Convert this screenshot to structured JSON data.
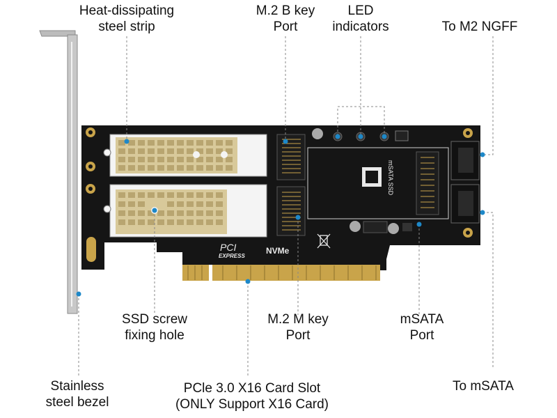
{
  "labels": {
    "heat_strip": [
      "Heat-dissipating",
      "steel strip"
    ],
    "b_key_port": [
      "M.2 B key",
      "Port"
    ],
    "led": [
      "LED",
      "indicators"
    ],
    "to_ngff": [
      "To M2 NGFF"
    ],
    "ssd_screw": [
      "SSD screw",
      "fixing hole"
    ],
    "m_key_port": [
      "M.2 M key",
      "Port"
    ],
    "msata_port": [
      "mSATA",
      "Port"
    ],
    "bezel": [
      "Stainless",
      "steel bezel"
    ],
    "card_slot": [
      "PCle 3.0 X16 Card Slot",
      "(ONLY Support X16 Card)"
    ],
    "to_msata": [
      "To mSATA"
    ]
  },
  "board_print": {
    "pci": "PCI",
    "express": "EXPRESS",
    "nvme": "NVMe",
    "msata_ssd": "mSATA SSD"
  },
  "colors": {
    "pcb": "#151515",
    "heatsink": "#d8c99a",
    "gold": "#c9a44a",
    "bracket": "#bcbcbc",
    "callout_dot": "#1e88c8",
    "leader": "#888888"
  },
  "icons": {
    "callout": "dot-marker",
    "board_logo": "pci-express-logo",
    "recycle": "weee-bin-icon"
  }
}
